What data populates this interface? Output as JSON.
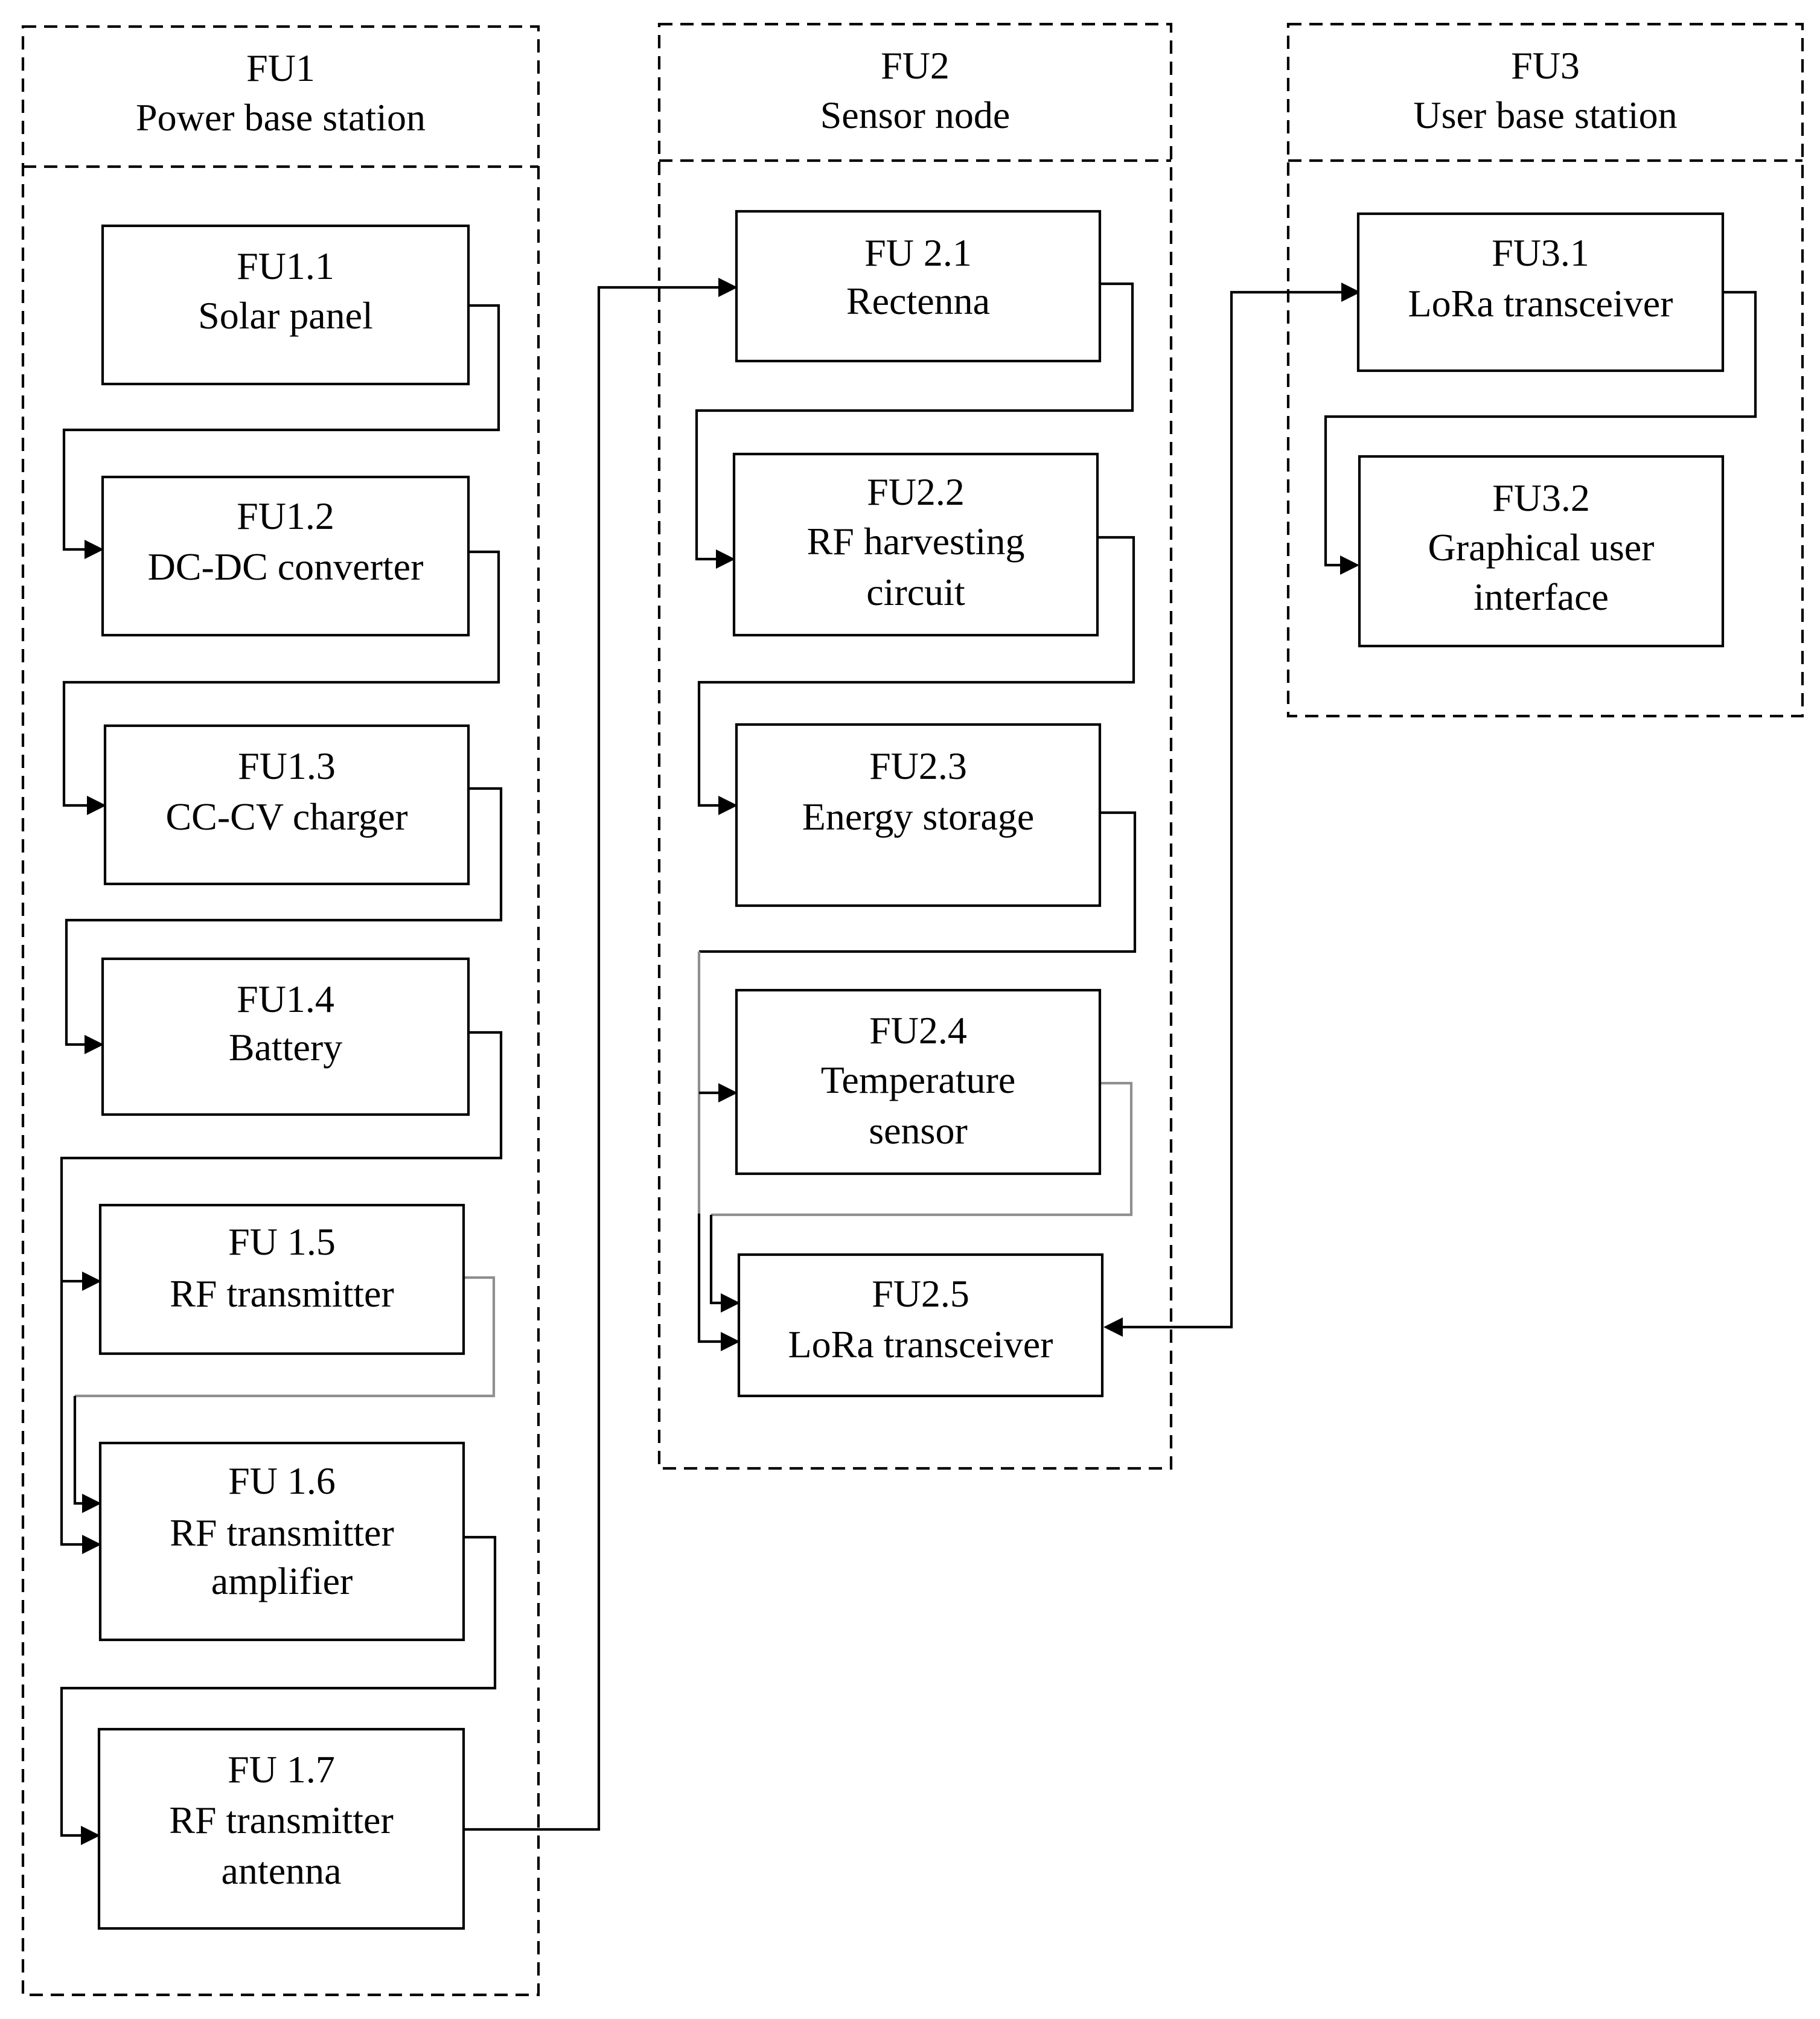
{
  "groups": [
    {
      "id": "FU1",
      "title": "FU1",
      "subtitle": "Power base station"
    },
    {
      "id": "FU2",
      "title": "FU2",
      "subtitle": "Sensor node"
    },
    {
      "id": "FU3",
      "title": "FU3",
      "subtitle": "User base station"
    }
  ],
  "units": {
    "fu1_1": [
      "FU1.1",
      "Solar panel"
    ],
    "fu1_2": [
      "FU1.2",
      "DC-DC converter"
    ],
    "fu1_3": [
      "FU1.3",
      "CC-CV charger"
    ],
    "fu1_4": [
      "FU1.4",
      "Battery"
    ],
    "fu1_5": [
      "FU 1.5",
      "RF transmitter"
    ],
    "fu1_6": [
      "FU 1.6",
      "RF transmitter",
      "amplifier"
    ],
    "fu1_7": [
      "FU 1.7",
      "RF transmitter",
      "antenna"
    ],
    "fu2_1": [
      "FU 2.1",
      "Rectenna"
    ],
    "fu2_2": [
      "FU2.2",
      "RF harvesting",
      "circuit"
    ],
    "fu2_3": [
      "FU2.3",
      "Energy storage"
    ],
    "fu2_4": [
      "FU2.4",
      "Temperature",
      "sensor"
    ],
    "fu2_5": [
      "FU2.5",
      "LoRa transceiver"
    ],
    "fu3_1": [
      "FU3.1",
      "LoRa transceiver"
    ],
    "fu3_2": [
      "FU3.2",
      "Graphical user",
      "interface"
    ]
  },
  "connections": [
    {
      "from": "FU1.1",
      "to": "FU1.2"
    },
    {
      "from": "FU1.2",
      "to": "FU1.3"
    },
    {
      "from": "FU1.3",
      "to": "FU1.4"
    },
    {
      "from": "FU1.4",
      "to": "FU 1.5"
    },
    {
      "from": "FU1.4",
      "to": "FU 1.6"
    },
    {
      "from": "FU 1.5",
      "to": "FU 1.6"
    },
    {
      "from": "FU 1.6",
      "to": "FU 1.7"
    },
    {
      "from": "FU 1.7",
      "to": "FU 2.1"
    },
    {
      "from": "FU 2.1",
      "to": "FU2.2"
    },
    {
      "from": "FU2.2",
      "to": "FU2.3"
    },
    {
      "from": "FU2.3",
      "to": "FU2.4"
    },
    {
      "from": "FU2.3",
      "to": "FU2.5"
    },
    {
      "from": "FU2.4",
      "to": "FU2.5"
    },
    {
      "from": "FU2.5",
      "to": "FU3.1",
      "bidirectional": true
    },
    {
      "from": "FU3.1",
      "to": "FU3.2"
    }
  ]
}
